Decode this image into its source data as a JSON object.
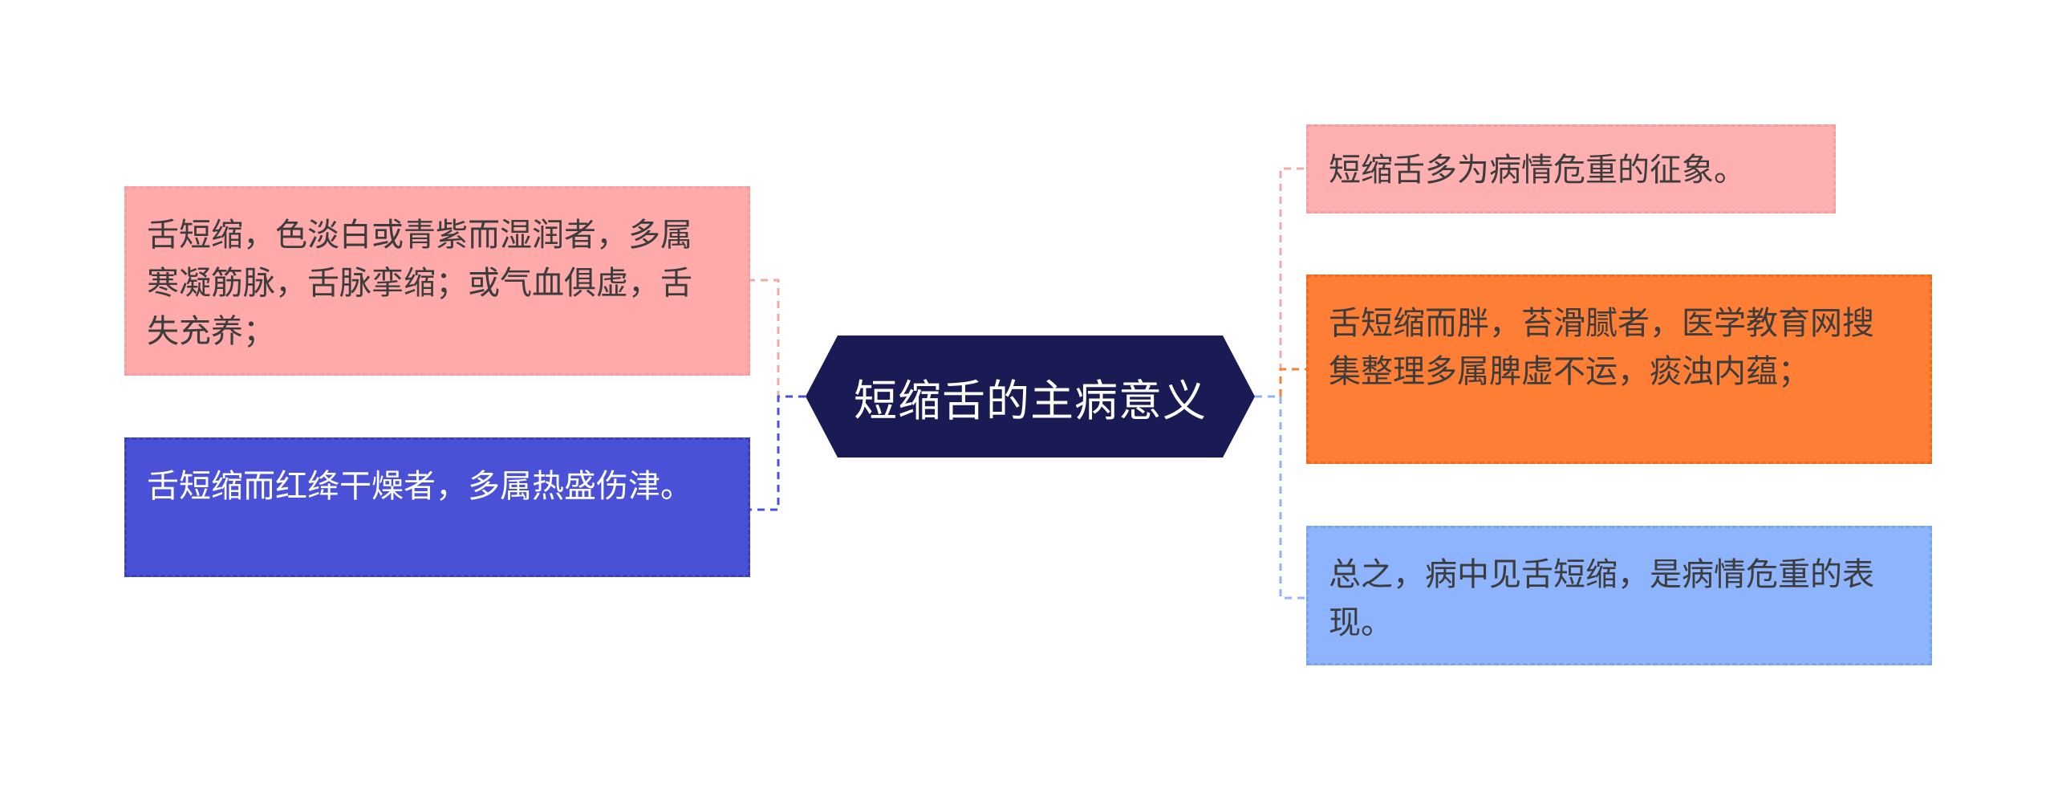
{
  "center": {
    "label": "短缩舌的主病意义",
    "fill": "#1a1a54"
  },
  "left": [
    {
      "text": "舌短缩，色淡白或青紫而湿润者，多属寒凝筋脉，舌脉挛缩；或气血俱虚，舌失充养；",
      "bg": "#feaaaa",
      "border": "#f5a0a0",
      "color": "#3c3c3c",
      "line": "#f7a8a8"
    },
    {
      "text": "舌短缩而红绛干燥者，多属热盛伤津。",
      "bg": "#4b51d6",
      "border": "#3a3ec0",
      "color": "#ffffff",
      "line": "#4b51d6"
    }
  ],
  "right": [
    {
      "text": "短缩舌多为病情危重的征象。",
      "bg": "#feb0b0",
      "border": "#f5a0a0",
      "color": "#3c3c3c",
      "line": "#f7a8a8"
    },
    {
      "text": "舌短缩而胖，苔滑腻者，医学教育网搜集整理多属脾虚不运，痰浊内蕴；",
      "bg": "#fe7e35",
      "border": "#f06a1e",
      "color": "#3c3c3c",
      "line": "#fe7e35"
    },
    {
      "text": "总之，病中见舌短缩，是病情危重的表现。",
      "bg": "#8db4fd",
      "border": "#7aa2ee",
      "color": "#3c3c3c",
      "line": "#8db4fd"
    }
  ]
}
